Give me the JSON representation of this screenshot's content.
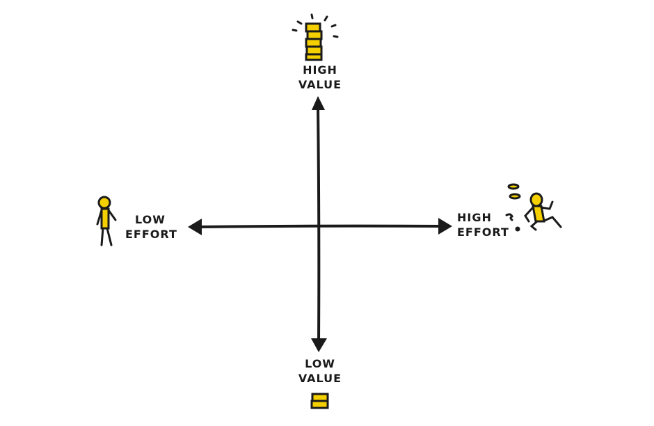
{
  "axes": {
    "top": {
      "line1": "HIGH",
      "line2": "VALUE"
    },
    "bottom": {
      "line1": "LOW",
      "line2": "VALUE"
    },
    "left": {
      "line1": "LOW",
      "line2": "EFFORT"
    },
    "right": {
      "line1": "HIGH",
      "line2": "EFFORT"
    }
  },
  "colors": {
    "ink": "#1a1a1a",
    "accent": "#f5d000"
  }
}
